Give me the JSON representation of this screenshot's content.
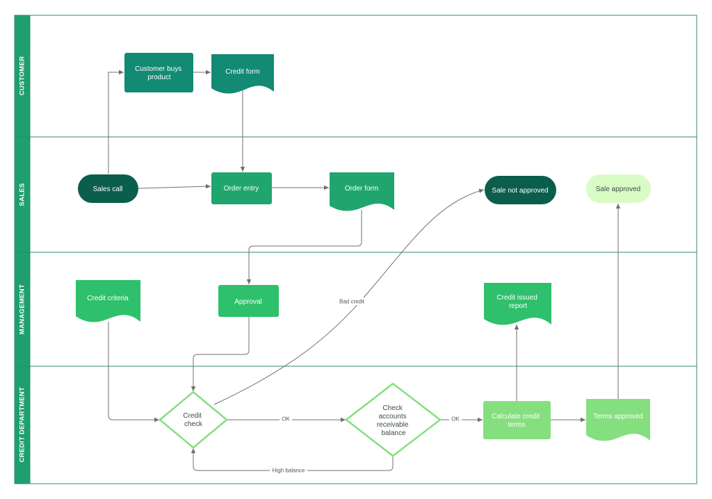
{
  "lanes": [
    {
      "id": "customer",
      "label": "CUSTOMER"
    },
    {
      "id": "sales",
      "label": "SALES"
    },
    {
      "id": "management",
      "label": "MANAGEMENT"
    },
    {
      "id": "credit",
      "label": "CREDIT DEPARTMENT"
    }
  ],
  "nodes": {
    "customer_buys": [
      "Customer buys",
      "product"
    ],
    "credit_form": [
      "Credit form"
    ],
    "sales_call": [
      "Sales call"
    ],
    "order_entry": [
      "Order entry"
    ],
    "order_form": [
      "Order form"
    ],
    "sale_not_approved": [
      "Sale not approved"
    ],
    "sale_approved": [
      "Sale approved"
    ],
    "credit_criteria": [
      "Credit criteria"
    ],
    "approval": [
      "Approval"
    ],
    "credit_issued": [
      "Credit issued",
      "report"
    ],
    "credit_check": [
      "Credit",
      "check"
    ],
    "check_accounts": [
      "Check",
      "accounts",
      "receivable",
      "balance"
    ],
    "calculate_credit": [
      "Calculate credit",
      "terms"
    ],
    "terms_approved": [
      "Terms approved"
    ]
  },
  "edge_labels": {
    "bad_credit": "Bad credit",
    "ok_1": "OK",
    "ok_2": "OK",
    "high_balance": "High balance"
  },
  "colors": {
    "lane_band": "#1f9e6e",
    "teal": "#128a74",
    "dark_teal": "#0b5e4c",
    "green": "#21a56e",
    "mid_green": "#2fc06b",
    "light_green": "#86df7f",
    "pale_green": "#d9fcc4",
    "border": "#2c8a6c",
    "edge": "#6f6f6f"
  }
}
